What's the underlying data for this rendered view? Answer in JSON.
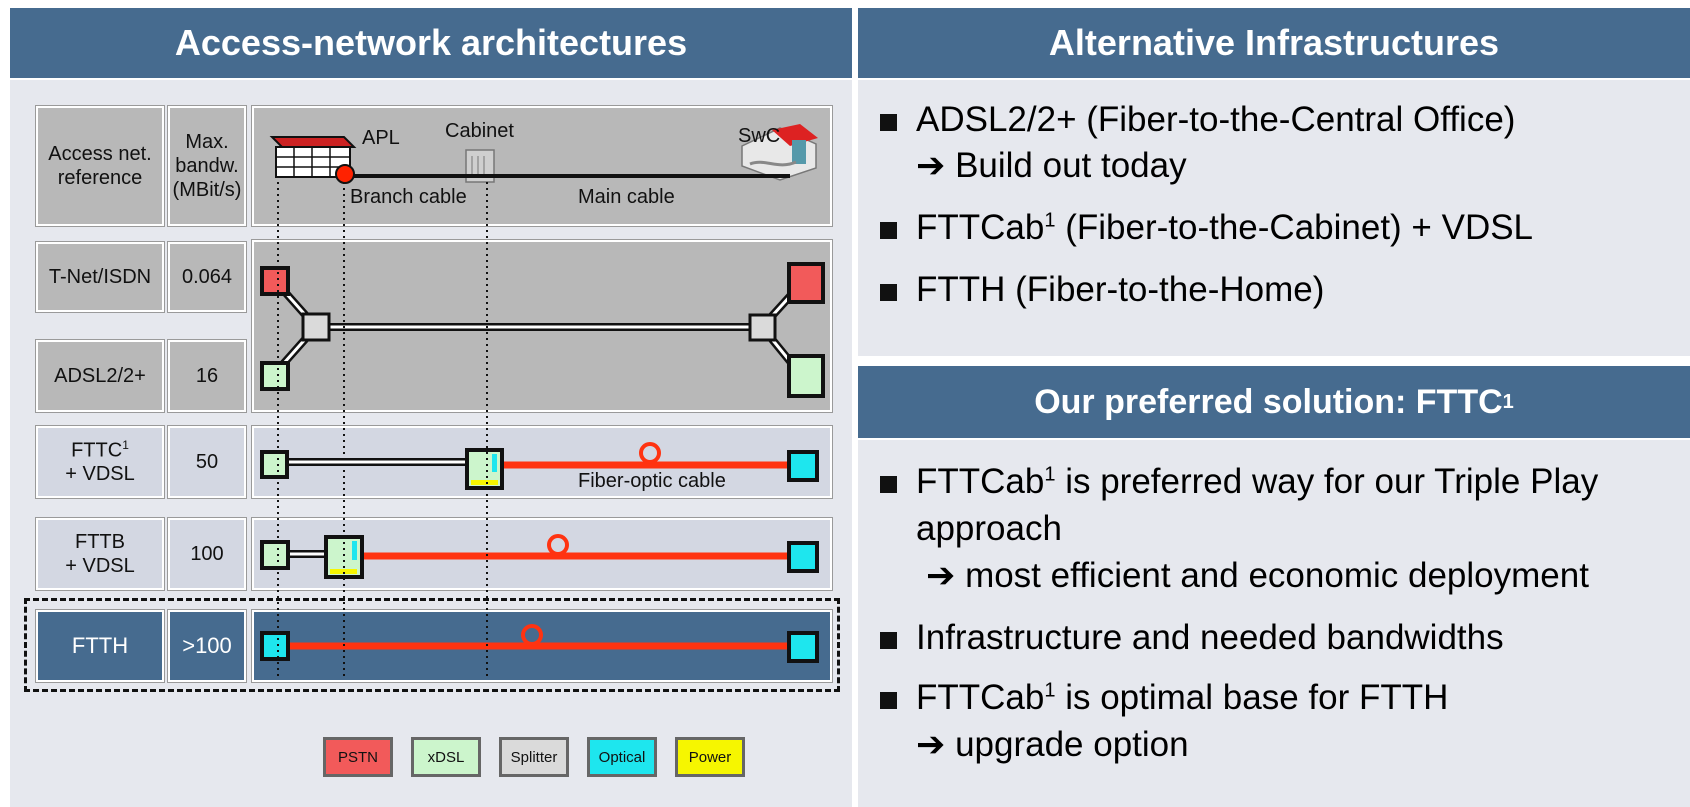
{
  "left_panel": {
    "title": "Access-network architectures",
    "headers": {
      "reference_line1": "Access net.",
      "reference_line2": "reference",
      "bandwidth_line1": "Max.",
      "bandwidth_line2": "bandw.",
      "bandwidth_line3": "(MBit/s)"
    },
    "diagram_labels": {
      "apl": "APL",
      "cabinet": "Cabinet",
      "swc": "SwC",
      "branch_cable": "Branch cable",
      "main_cable": "Main cable",
      "fiber_optic_cable": "Fiber-optic cable"
    },
    "rows": [
      {
        "name": "T-Net/ISDN",
        "line2": "",
        "sup": "",
        "bandwidth": "0.064"
      },
      {
        "name": "ADSL2/2+",
        "line2": "",
        "sup": "",
        "bandwidth": "16"
      },
      {
        "name": "FTTC",
        "line2": "+ VDSL",
        "sup": "1",
        "bandwidth": "50"
      },
      {
        "name": "FTTB",
        "line2": "+ VDSL",
        "sup": "",
        "bandwidth": "100"
      },
      {
        "name": "FTTH",
        "line2": "",
        "sup": "",
        "bandwidth": ">100"
      }
    ],
    "legend": [
      {
        "label": "PSTN",
        "color": "#f25a5a"
      },
      {
        "label": "xDSL",
        "color": "#ccf5cc"
      },
      {
        "label": "Splitter",
        "color": "#dadada"
      },
      {
        "label": "Optical",
        "color": "#1ee6ee"
      },
      {
        "label": "Power",
        "color": "#f6f600"
      }
    ]
  },
  "right_top": {
    "title": "Alternative Infrastructures",
    "items": [
      {
        "prefix": "ADSL2/2+ (Fiber-to-the-Central Office)",
        "sup": "",
        "suffix": "",
        "sub": "Build out today"
      },
      {
        "prefix": " FTTCab",
        "sup": "1",
        "suffix": " (Fiber-to-the-Cabinet)  + VDSL",
        "sub": ""
      },
      {
        "prefix": " FTTH (Fiber-to-the-Home)",
        "sup": "",
        "suffix": "",
        "sub": ""
      }
    ]
  },
  "right_bottom": {
    "title": "Our preferred solution: FTTC",
    "title_sup": "1",
    "items": [
      {
        "prefix": "FTTCab",
        "sup": "1",
        "suffix": " is preferred way for our Triple Play",
        "line2": "approach",
        "sub": "most efficient and economic deployment"
      },
      {
        "prefix": "Infrastructure and needed bandwidths",
        "sup": "",
        "suffix": "",
        "line2": "",
        "sub": ""
      },
      {
        "prefix": "FTTCab",
        "sup": "1",
        "suffix": " is optimal base for FTTH",
        "line2": "",
        "sub": "upgrade option"
      }
    ]
  },
  "colors": {
    "header": "#466b8f",
    "panel": "#e6e8ee",
    "fiber": "#ff3311",
    "pstn": "#f25a5a",
    "xdsl": "#ccf5cc",
    "splitter": "#dadada",
    "optical": "#1ee6ee",
    "power": "#f6f600"
  },
  "arrow_glyph": "➔"
}
